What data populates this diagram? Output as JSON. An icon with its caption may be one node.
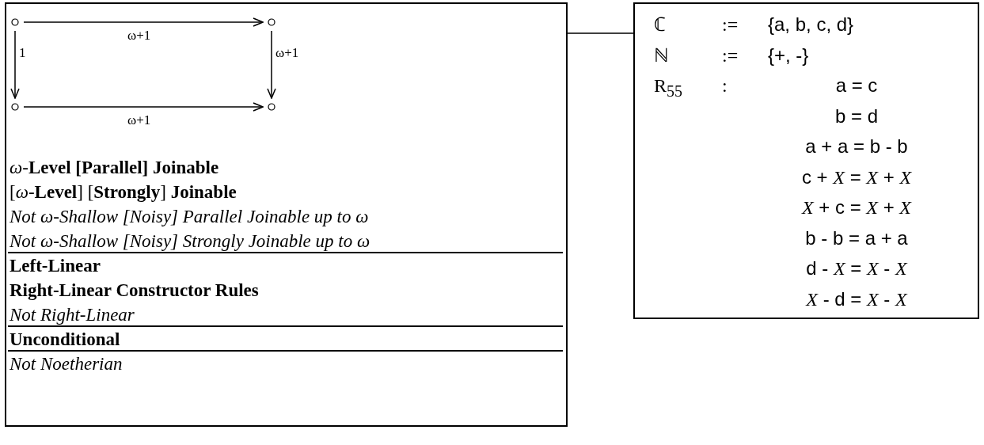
{
  "diagram": {
    "nodes": [
      {
        "text": [
          "*ω*-**Level [Parallel] Joinable**",
          "[*ω*-**Level**] [**Strongly**] **Joinable**",
          "Not ω-Shallow [Noisy] Parallel Joinable up to ω",
          "Not ω-Shallow [Noisy] Strongly Joinable up to ω",
          "Left-Linear",
          "Right-Linear Constructor Rules",
          "Not Right-Linear",
          "Unconditional",
          "Not Noetherian"
        ]
      },
      {
        "text": [
          "ℂ",
          ":=",
          "{a, b, c, d}",
          "ℕ",
          ":=",
          "{+, -}",
          "R$_{55}$",
          ":",
          "a = c",
          "b = d",
          "a + a = b - b",
          "c + *X* = *X* + *X*",
          "*X* + c = *X* + *X*",
          "b - b = a + a",
          "d - *X* = *X* - *X*",
          "*X* - d = *X* - *X*"
        ]
      },
      {
        "text": [],
        "shape": "circle",
        "in": 0
      },
      {
        "text": [],
        "shape": "circle",
        "in": 0
      },
      {
        "text": [],
        "shape": "circle",
        "in": 0
      },
      {
        "text": [],
        "shape": "circle",
        "in": 0
      }
    ],
    "edges": [
      {
        "from": 0,
        "to": 1,
        "arrow": "none"
      },
      {
        "from": 2,
        "to": 3,
        "arrow": "to",
        "label": "ω+1"
      },
      {
        "from": 2,
        "to": 4,
        "arrow": "to",
        "label": "1"
      },
      {
        "from": 3,
        "to": 5,
        "arrow": "to",
        "label": "ω+1"
      },
      {
        "from": 4,
        "to": 5,
        "arrow": "to",
        "label": "ω+1"
      }
    ]
  }
}
